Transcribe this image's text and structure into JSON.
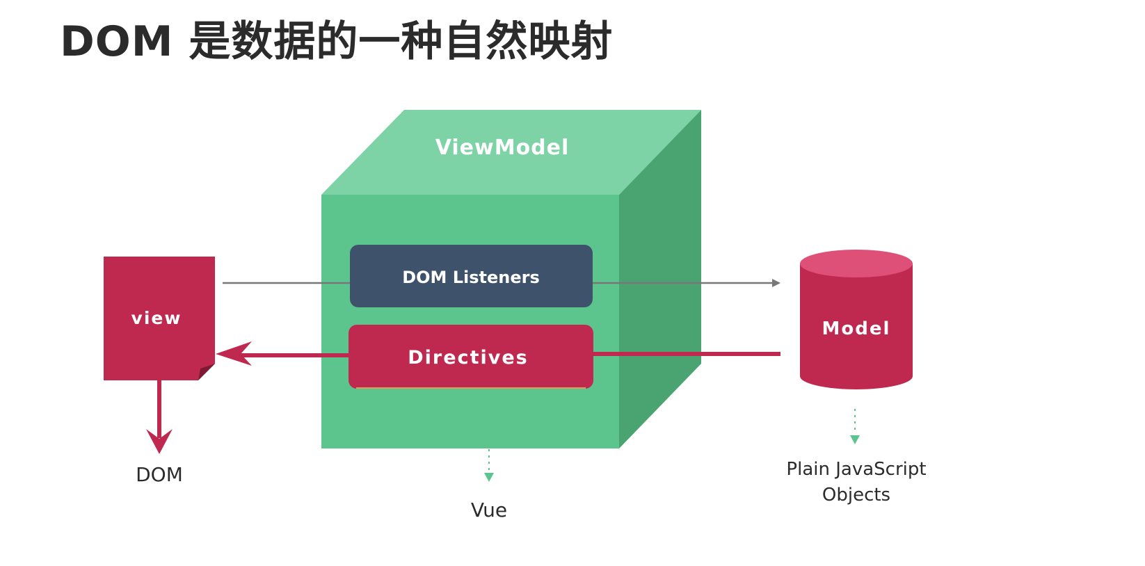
{
  "title": "DOM 是数据的一种自然映射",
  "diagram": {
    "viewmodel_label": "ViewModel",
    "dom_listeners_label": "DOM Listeners",
    "directives_label": "Directives",
    "view_label": "view",
    "model_label": "Model",
    "dom_caption": "DOM",
    "vue_caption": "Vue",
    "model_caption_line1": "Plain JavaScript",
    "model_caption_line2": "Objects"
  },
  "colors": {
    "cube_front": "#5cc58e",
    "cube_top": "#7dd2a6",
    "cube_side": "#4aa472",
    "crimson": "#c0294f",
    "crimson_light": "#de5078",
    "slate": "#3e526c",
    "arrow_gray": "#777777",
    "dotted_green": "#5cc58e",
    "title_text": "#2b2b2b"
  }
}
